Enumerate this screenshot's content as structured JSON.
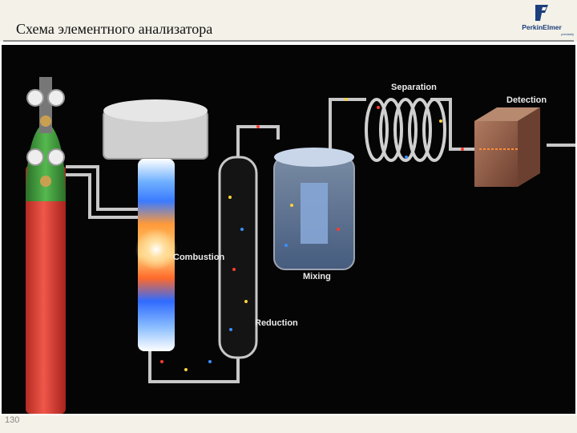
{
  "slide": {
    "title": "Схема элементного анализатора",
    "page_number": "130",
    "logo": {
      "name": "PerkinElmer",
      "tagline": "precisely"
    }
  },
  "diagram": {
    "labels": {
      "combustion": "Combustion",
      "reduction": "Reduction",
      "mixing": "Mixing",
      "separation": "Separation",
      "detection": "Detection"
    }
  },
  "colors": {
    "background": "#050505",
    "cylinder_red": "#e8463c",
    "cylinder_green": "#3e9b3a",
    "tube": "#c8c8c8",
    "flame": "#ff8a1c",
    "cool_blue": "#3a8fff",
    "detector": "#8e5a44",
    "gear": "#d6d6d6"
  }
}
